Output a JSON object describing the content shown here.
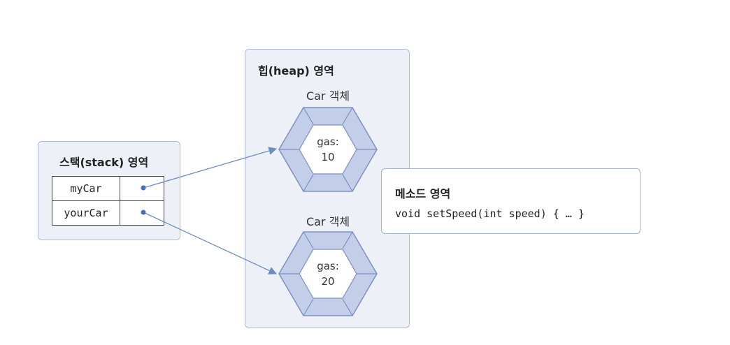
{
  "stack": {
    "title": "스택(stack) 영역",
    "variables": [
      {
        "name": "myCar"
      },
      {
        "name": "yourCar"
      }
    ]
  },
  "heap": {
    "title": "힙(heap) 영역",
    "objects": [
      {
        "label": "Car 객체",
        "field_name": "gas:",
        "field_value": "10"
      },
      {
        "label": "Car 객체",
        "field_name": "gas:",
        "field_value": "20"
      }
    ]
  },
  "method_area": {
    "title": "메소드 영역",
    "code": "void setSpeed(int speed) { … }"
  },
  "colors": {
    "panel_border": "#a9bcdc",
    "panel_fill": "#edf1f7",
    "hex_outer": "#c3cfe9",
    "hex_outline": "#7d8fc4",
    "arrow": "#6e8cc4",
    "dot": "#4a6db0"
  }
}
